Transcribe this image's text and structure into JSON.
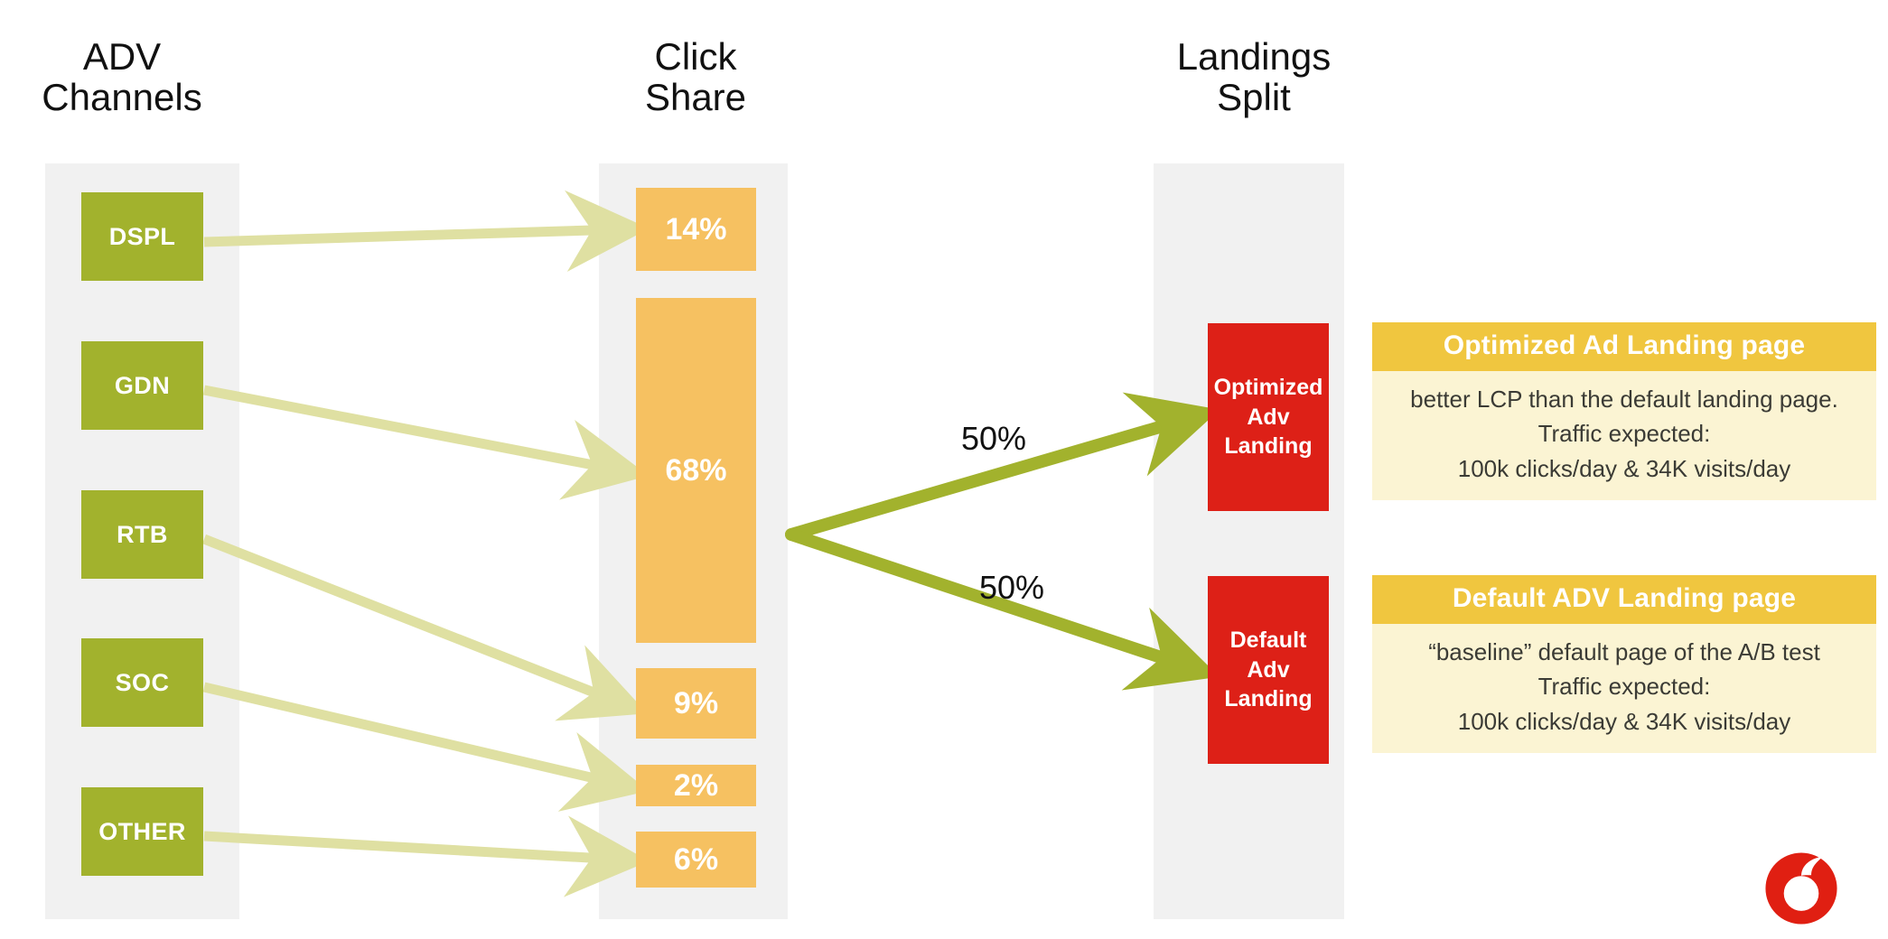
{
  "columns": [
    {
      "id": "adv-channels",
      "title": "ADV\nChannels"
    },
    {
      "id": "click-share",
      "title": "Click\nShare"
    },
    {
      "id": "landings-split",
      "title": "Landings\nSplit"
    }
  ],
  "channels": [
    {
      "label": "DSPL"
    },
    {
      "label": "GDN"
    },
    {
      "label": "RTB"
    },
    {
      "label": "SOC"
    },
    {
      "label": "OTHER"
    }
  ],
  "click_share": [
    {
      "label": "14%",
      "value": 14
    },
    {
      "label": "68%",
      "value": 68
    },
    {
      "label": "9%",
      "value": 9
    },
    {
      "label": "2%",
      "value": 2
    },
    {
      "label": "6%",
      "value": 6
    }
  ],
  "split": {
    "top_label": "50%",
    "bottom_label": "50%"
  },
  "landings": [
    {
      "label": "Optimized\nAdv\nLanding"
    },
    {
      "label": "Default\nAdv\nLanding"
    }
  ],
  "cards": [
    {
      "title": "Optimized Ad Landing page",
      "lines": [
        "better LCP than the default landing page.",
        "Traffic expected:",
        "100k clicks/day  & 34K visits/day"
      ]
    },
    {
      "title": "Default ADV Landing page",
      "lines": [
        "“baseline” default page of the A/B test",
        "Traffic expected:",
        "100k clicks/day  & 34K visits/day"
      ]
    }
  ],
  "logo": {
    "name": "vodafone-logo"
  },
  "colors": {
    "channel_green": "#a2b22d",
    "bar_orange": "#f6c161",
    "landing_red": "#dd2017",
    "card_header": "#f0c63f",
    "card_body": "#fbf4d3",
    "band_gray": "#f1f1f1",
    "arrow_light": "#dfe0a2",
    "arrow_strong": "#a2b22d"
  },
  "chart_data": {
    "type": "bar",
    "title": "Click Share",
    "categories": [
      "DSPL",
      "GDN",
      "RTB",
      "SOC",
      "OTHER"
    ],
    "values": [
      14,
      68,
      9,
      2,
      6
    ],
    "unit": "%",
    "xlabel": "",
    "ylabel": "Click Share",
    "ylim": [
      0,
      100
    ],
    "flows": [
      {
        "from": "DSPL",
        "to": "14%"
      },
      {
        "from": "GDN",
        "to": "68%"
      },
      {
        "from": "RTB",
        "to": "9%"
      },
      {
        "from": "SOC",
        "to": "2%"
      },
      {
        "from": "OTHER",
        "to": "6%"
      }
    ],
    "split": [
      {
        "to": "Optimized Adv Landing",
        "value": 50,
        "label": "50%"
      },
      {
        "to": "Default Adv Landing",
        "value": 50,
        "label": "50%"
      }
    ]
  }
}
